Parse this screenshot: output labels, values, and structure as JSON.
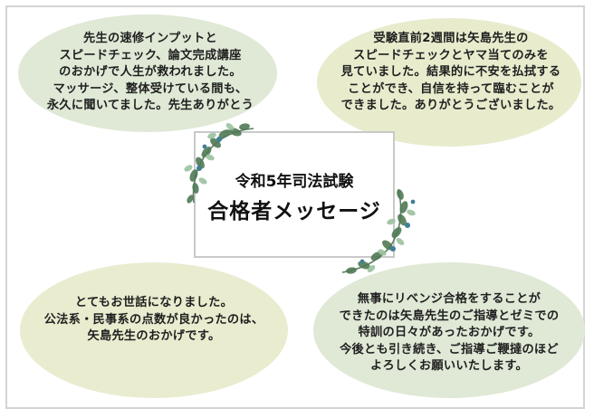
{
  "title": {
    "line1": "令和5年司法試験",
    "line2": "合格者メッセージ"
  },
  "messages": [
    {
      "lines": [
        "先生の速修インプットと",
        "スピードチェック、論文完成講座",
        "のおかげで人生が救われました。",
        "マッサージ、整体受けている間も、",
        "永久に聞いてました。先生ありがとう"
      ]
    },
    {
      "lines": [
        "受験直前2週間は矢島先生の",
        "スピードチェックとヤマ当てのみを",
        "見ていました。結果的に不安を払拭する",
        "ことができ、自信を持って臨むことが",
        "できました。ありがとうございました。"
      ]
    },
    {
      "lines": [
        "とてもお世話になりました。",
        "公法系・民事系の点数が良かったのは、",
        "矢島先生のおかげです。"
      ]
    },
    {
      "lines": [
        "無事にリベンジ合格をすることが",
        "できたのは矢島先生のご指導とゼミでの",
        "特訓の日々があったおかげです。",
        "今後とも引き続き、ご指導ご鞭撻のほど",
        "よろしくお願いいたします。"
      ]
    }
  ],
  "colors": {
    "bubble_green": "#dfe9d6",
    "bubble_yellow": "#e8eccd",
    "leaf_dark": "#4f7a55",
    "leaf_light": "#9cc2a0",
    "flower_blue": "#3f7f96"
  },
  "decorations": [
    "eucalyptus-wreath-top-left",
    "eucalyptus-wreath-bottom-right"
  ]
}
